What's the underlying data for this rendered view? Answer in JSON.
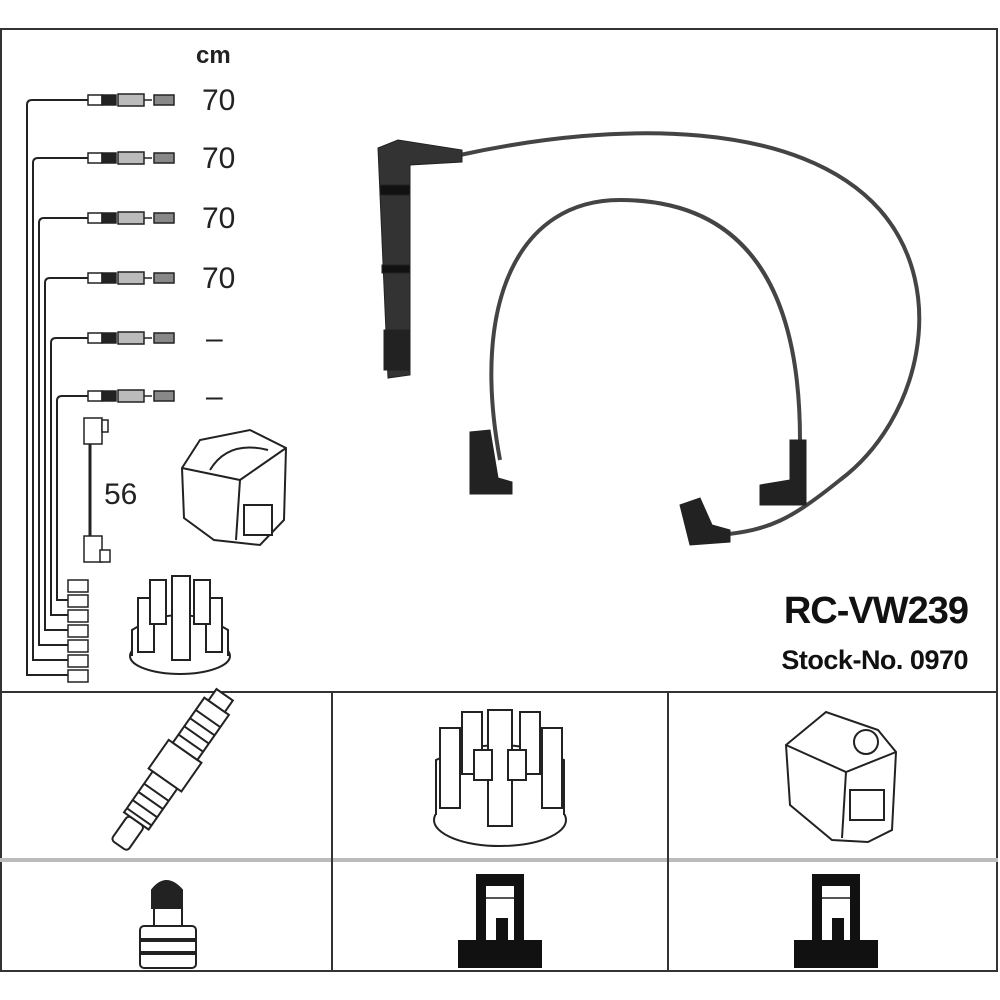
{
  "unit_label": "cm",
  "lengths": [
    "70",
    "70",
    "70",
    "70",
    "–",
    "–"
  ],
  "coil_lead_length": "56",
  "product_code": "RC-VW239",
  "stock_number": "Stock-No. 0970",
  "bottom_table": {
    "row1": [
      "spark-plug",
      "distributor-cap",
      "ignition-coil"
    ],
    "row2": [
      "spark-plug-connector",
      "distributor-connector",
      "coil-connector"
    ]
  }
}
